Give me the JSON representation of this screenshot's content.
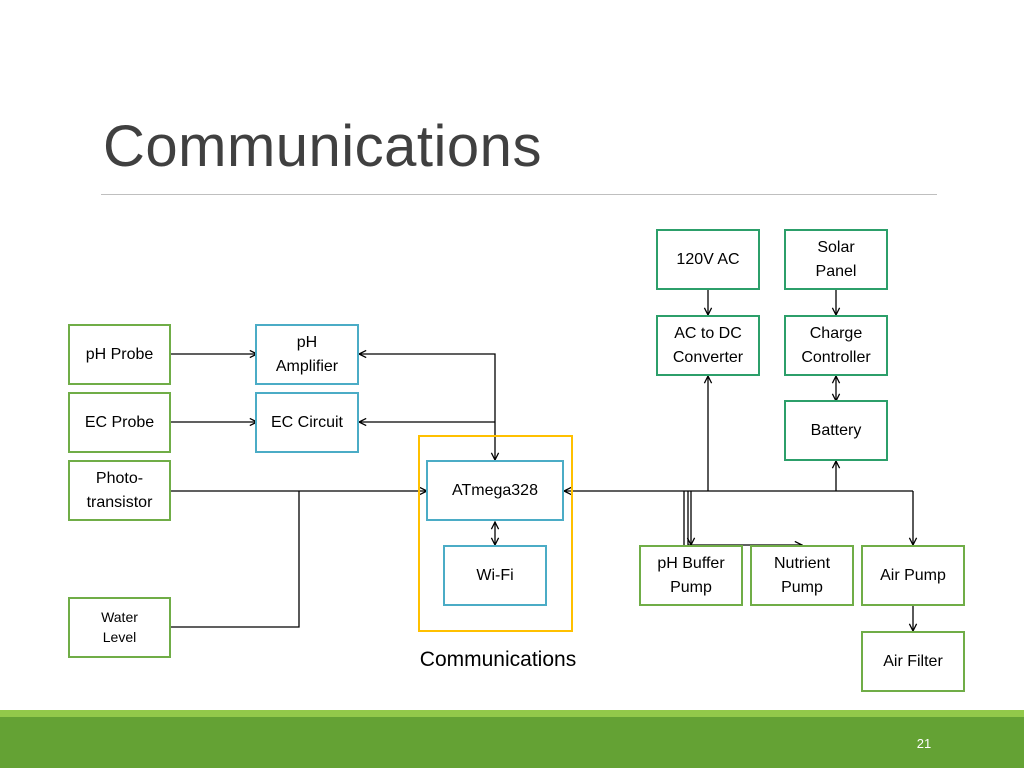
{
  "slide": {
    "title": "Communications",
    "page_number": "21"
  },
  "diagram": {
    "group_label": "Communications",
    "colors": {
      "input_border": "#70ad47",
      "power_border": "#2c9f6a",
      "circuit_border": "#4bacc6",
      "group_border": "#ffc000",
      "arrow": "#000000"
    },
    "nodes": {
      "ph_probe": "pH Probe",
      "ec_probe": "EC Probe",
      "phototransistor": "Photo-\ntransistor",
      "water_level": "Water\nLevel",
      "ph_amplifier": "pH\nAmplifier",
      "ec_circuit": "EC Circuit",
      "atmega": "ATmega328",
      "wifi": "Wi-Fi",
      "ac_120v": "120V AC",
      "solar_panel": "Solar\nPanel",
      "ac_dc_converter": "AC to DC\nConverter",
      "charge_controller": "Charge\nController",
      "battery": "Battery",
      "ph_buffer_pump": "pH Buffer\nPump",
      "nutrient_pump": "Nutrient\nPump",
      "air_pump": "Air Pump",
      "air_filter": "Air Filter"
    }
  }
}
